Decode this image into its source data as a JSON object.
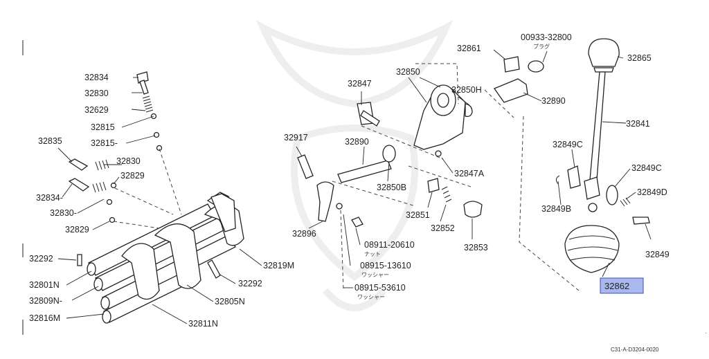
{
  "labels": {
    "p32834a": "32834",
    "p32830a": "32830",
    "p32629": "32629",
    "p32815a": "32815",
    "p32815b": "32815-",
    "p32835": "32835",
    "p32830b": "32830",
    "p32829a": "32829",
    "p32834b": "32834-",
    "p32830c": "32830-",
    "p32829b": "32829",
    "p32292a": "32292",
    "p32801N": "32801N",
    "p32809N": "32809N-",
    "p32816M": "32816M",
    "p32811N": "32811N",
    "p32805N": "32805N",
    "p32292b": "32292",
    "p32819M": "32819M",
    "p32847": "32847",
    "p32850": "32850",
    "p32850H": "32850H",
    "p32861": "32861",
    "p00933": "00933-32800",
    "p00933_jp": "プラグ",
    "p32865": "32865",
    "p32890a": "32890",
    "p32917": "32917",
    "p32890b": "32890",
    "p32847A": "32847A",
    "p32850B": "32850B",
    "p32841": "32841",
    "p32849Ca": "32849C",
    "p32849Cb": "32849C",
    "p32849D": "32849D",
    "p32849B": "32849B",
    "p32849": "32849",
    "p32851": "32851",
    "p32852": "32852",
    "p32853": "32853",
    "p32896": "32896",
    "p08911": "08911-20610",
    "p08911_jp": "ナット",
    "p08915a": "08915-13610",
    "p08915a_jp": "ワッシャー",
    "p08915b": "08915-53610",
    "p08915b_jp": "ワッシャー",
    "p32862": "32862",
    "diagram_code": "C31-A-D3204-0020"
  },
  "colors": {
    "highlight_fill": "#a9b8ee",
    "highlight_border": "#3a4fb0",
    "line": "#222222"
  },
  "highlighted_part": "32862"
}
